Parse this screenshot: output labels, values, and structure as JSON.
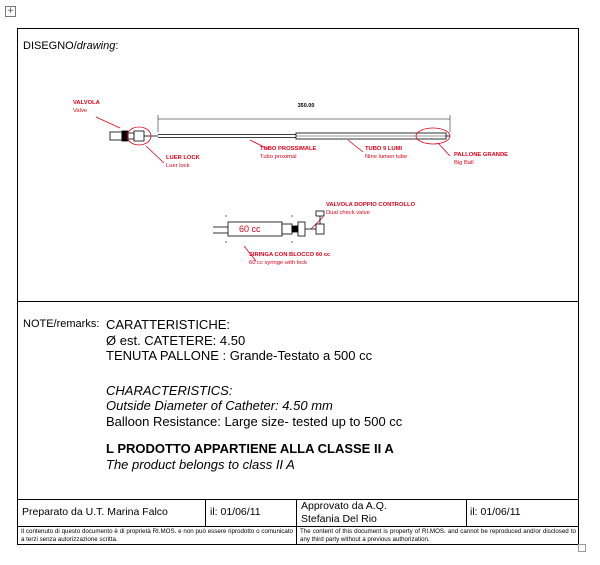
{
  "drawing": {
    "label": "DISEGNO/",
    "label_en": "drawing",
    "label_suffix": ":",
    "dimension": "350.00",
    "annotations": {
      "valve_it": "VALVOLA",
      "valve_en": "Valve",
      "luer_it": "LUER LOCK",
      "luer_en": "Luer lock",
      "proximal_it": "TUBO PROSSIMALE",
      "proximal_en": "Tubo proximal",
      "nine_lumen_it": "TUBO 9 LUMI",
      "nine_lumen_en": "Nine lumen tube",
      "balloon_it": "PALLONE GRANDE",
      "balloon_en": "Big Ball",
      "check_valve_it": "VALVOLA DOPPIO CONTROLLO",
      "check_valve_en": "Dual check valve",
      "syringe_volume": "60 cc",
      "syringe_it": "SIRINGA CON BLOCCO 60 cc",
      "syringe_en": "60 cc syringe with lock"
    },
    "colors": {
      "annotation": "#e2001a",
      "line": "#000000"
    }
  },
  "notes": {
    "label": "NOTE/remarks",
    "label_suffix": ":",
    "it_heading": "CARATTERISTICHE:",
    "it_diameter": "Ø est. CATETERE: 4.50",
    "it_resistance": "TENUTA PALLONE : Grande-Testato a 500 cc",
    "en_heading": "CHARACTERISTICS:",
    "en_diameter": "Outside Diameter of Catheter: 4.50 mm",
    "en_resistance": "Balloon Resistance: Large size- tested up to 500 cc",
    "class_it": "L PRODOTTO APPARTIENE ALLA CLASSE II A",
    "class_en": "The product belongs to class II A"
  },
  "signatures": {
    "prepared_by": "Preparato da U.T. Marina Falco",
    "prepared_date": "il: 01/06/11",
    "approved_label": "Approvato da A.Q.",
    "approved_name": "Stefania Del Rio",
    "approved_date": "il: 01/06/11"
  },
  "footer": {
    "it": "Il contenuto di questo documento è di proprietà RI.MOS. e non può essere riprodotto o comunicato a terzi senza autorizzazione scritta.",
    "en": "The content of this document is property of RI.MOS. and cannot be reproduced and/or disclosed to any third party without a previous authorization."
  }
}
